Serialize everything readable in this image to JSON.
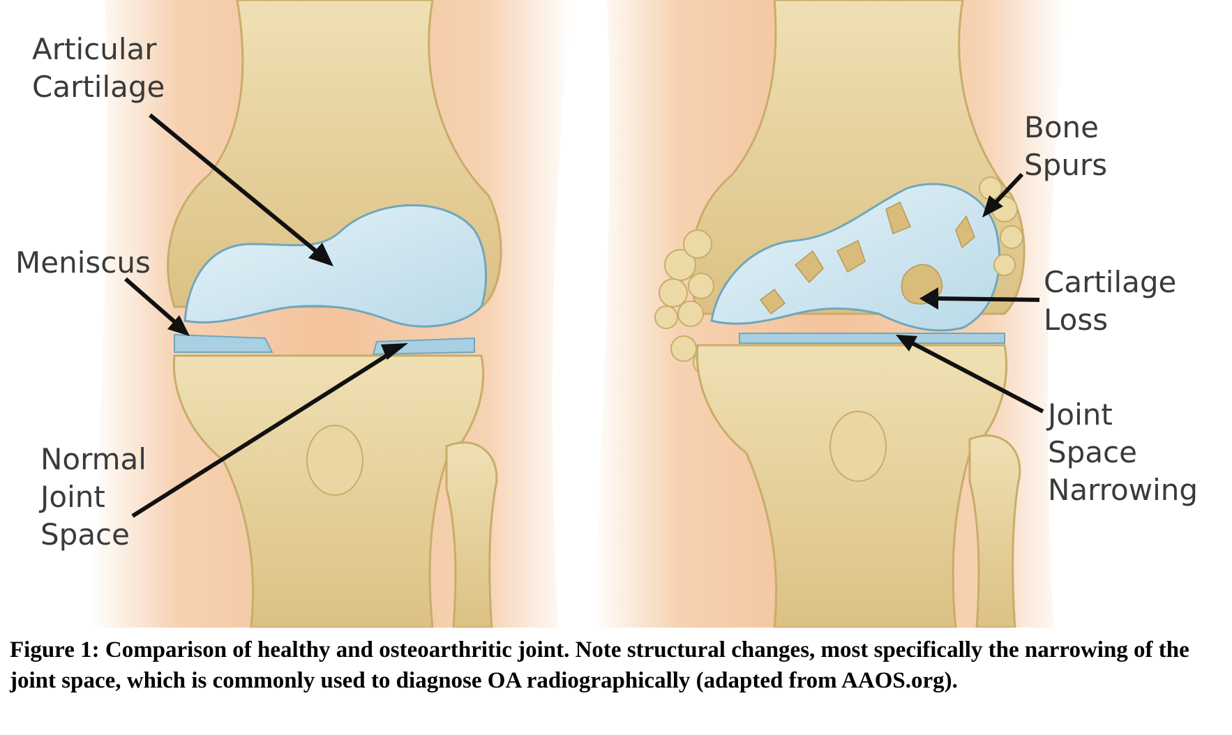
{
  "labels": {
    "articular_cartilage": [
      "Articular",
      "Cartilage"
    ],
    "meniscus": [
      "Meniscus"
    ],
    "normal_joint_space": [
      "Normal",
      "Joint",
      "Space"
    ],
    "bone_spurs": [
      "Bone",
      "Spurs"
    ],
    "cartilage_loss": [
      "Cartilage",
      "Loss"
    ],
    "joint_space_narrowing": [
      "Joint",
      "Space",
      "Narrowing"
    ]
  },
  "caption": "Figure 1: Comparison of healthy and osteoarthritic joint. Note structural changes, most specifically the narrowing of the joint space, which is commonly used to diagnose OA radiographically (adapted from AAOS.org).",
  "colors": {
    "skin": "#f3c9a3",
    "bone": "#e8d29a",
    "bone_dark": "#c9ac6a",
    "cartilage": "#cfe6f0",
    "cartilage_edge": "#6fa6bd",
    "arrow": "#111111"
  }
}
